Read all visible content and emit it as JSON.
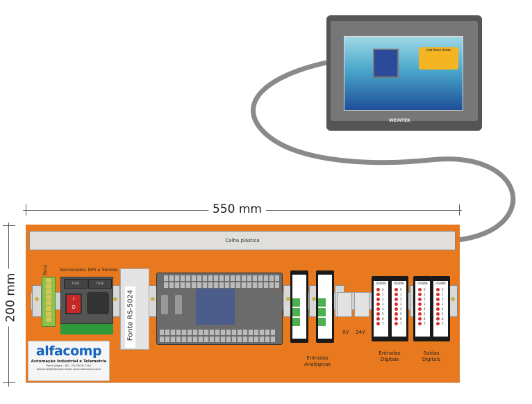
{
  "dimensions": {
    "width_label": "550 mm",
    "height_label": "200 mm"
  },
  "panel": {
    "background_color": "#e8791e",
    "cable_duct_label": "Calha plástica",
    "terra_label": "Terra",
    "seccionador_label": "Seccionador, DPS e Tomada",
    "switch_symbols": [
      "I",
      "O"
    ],
    "fuse_labels": [
      "FUSE",
      "FUSE"
    ],
    "power_supply_label": "Fonte RS-5024",
    "voltage_labels": [
      "0V",
      "24V"
    ],
    "group_labels": {
      "analog_inputs": "Entradas Analógicas",
      "digital_inputs": "Entradas Digitais",
      "digital_outputs": "Saídas Digitais"
    },
    "digital_modules": [
      {
        "title": "ID2808",
        "channels": [
          "0",
          "1",
          "2",
          "3",
          "4",
          "5",
          "6",
          "7"
        ]
      },
      {
        "title": "ID2808",
        "channels": [
          "0",
          "1",
          "2",
          "3",
          "4",
          "5",
          "6",
          "7"
        ]
      },
      {
        "title": "ID2808",
        "channels": [
          "0",
          "1",
          "2",
          "3",
          "4",
          "5",
          "6",
          "7"
        ]
      },
      {
        "title": "ID2808",
        "channels": [
          "0",
          "1",
          "2",
          "3",
          "4",
          "5",
          "6",
          "7"
        ]
      }
    ]
  },
  "logo": {
    "brand": "alfacomp",
    "tagline": "Automação Industrial e Telemetria",
    "address_line": "Porto Alegre - RS - (51)3026-7161",
    "contact_line": "alfacomp@alfacomp.ind.br    www.alfacomp.ind.br"
  },
  "hmi": {
    "brand": "WEINTEK",
    "control_box_title": "CONTROLE GERAL"
  }
}
